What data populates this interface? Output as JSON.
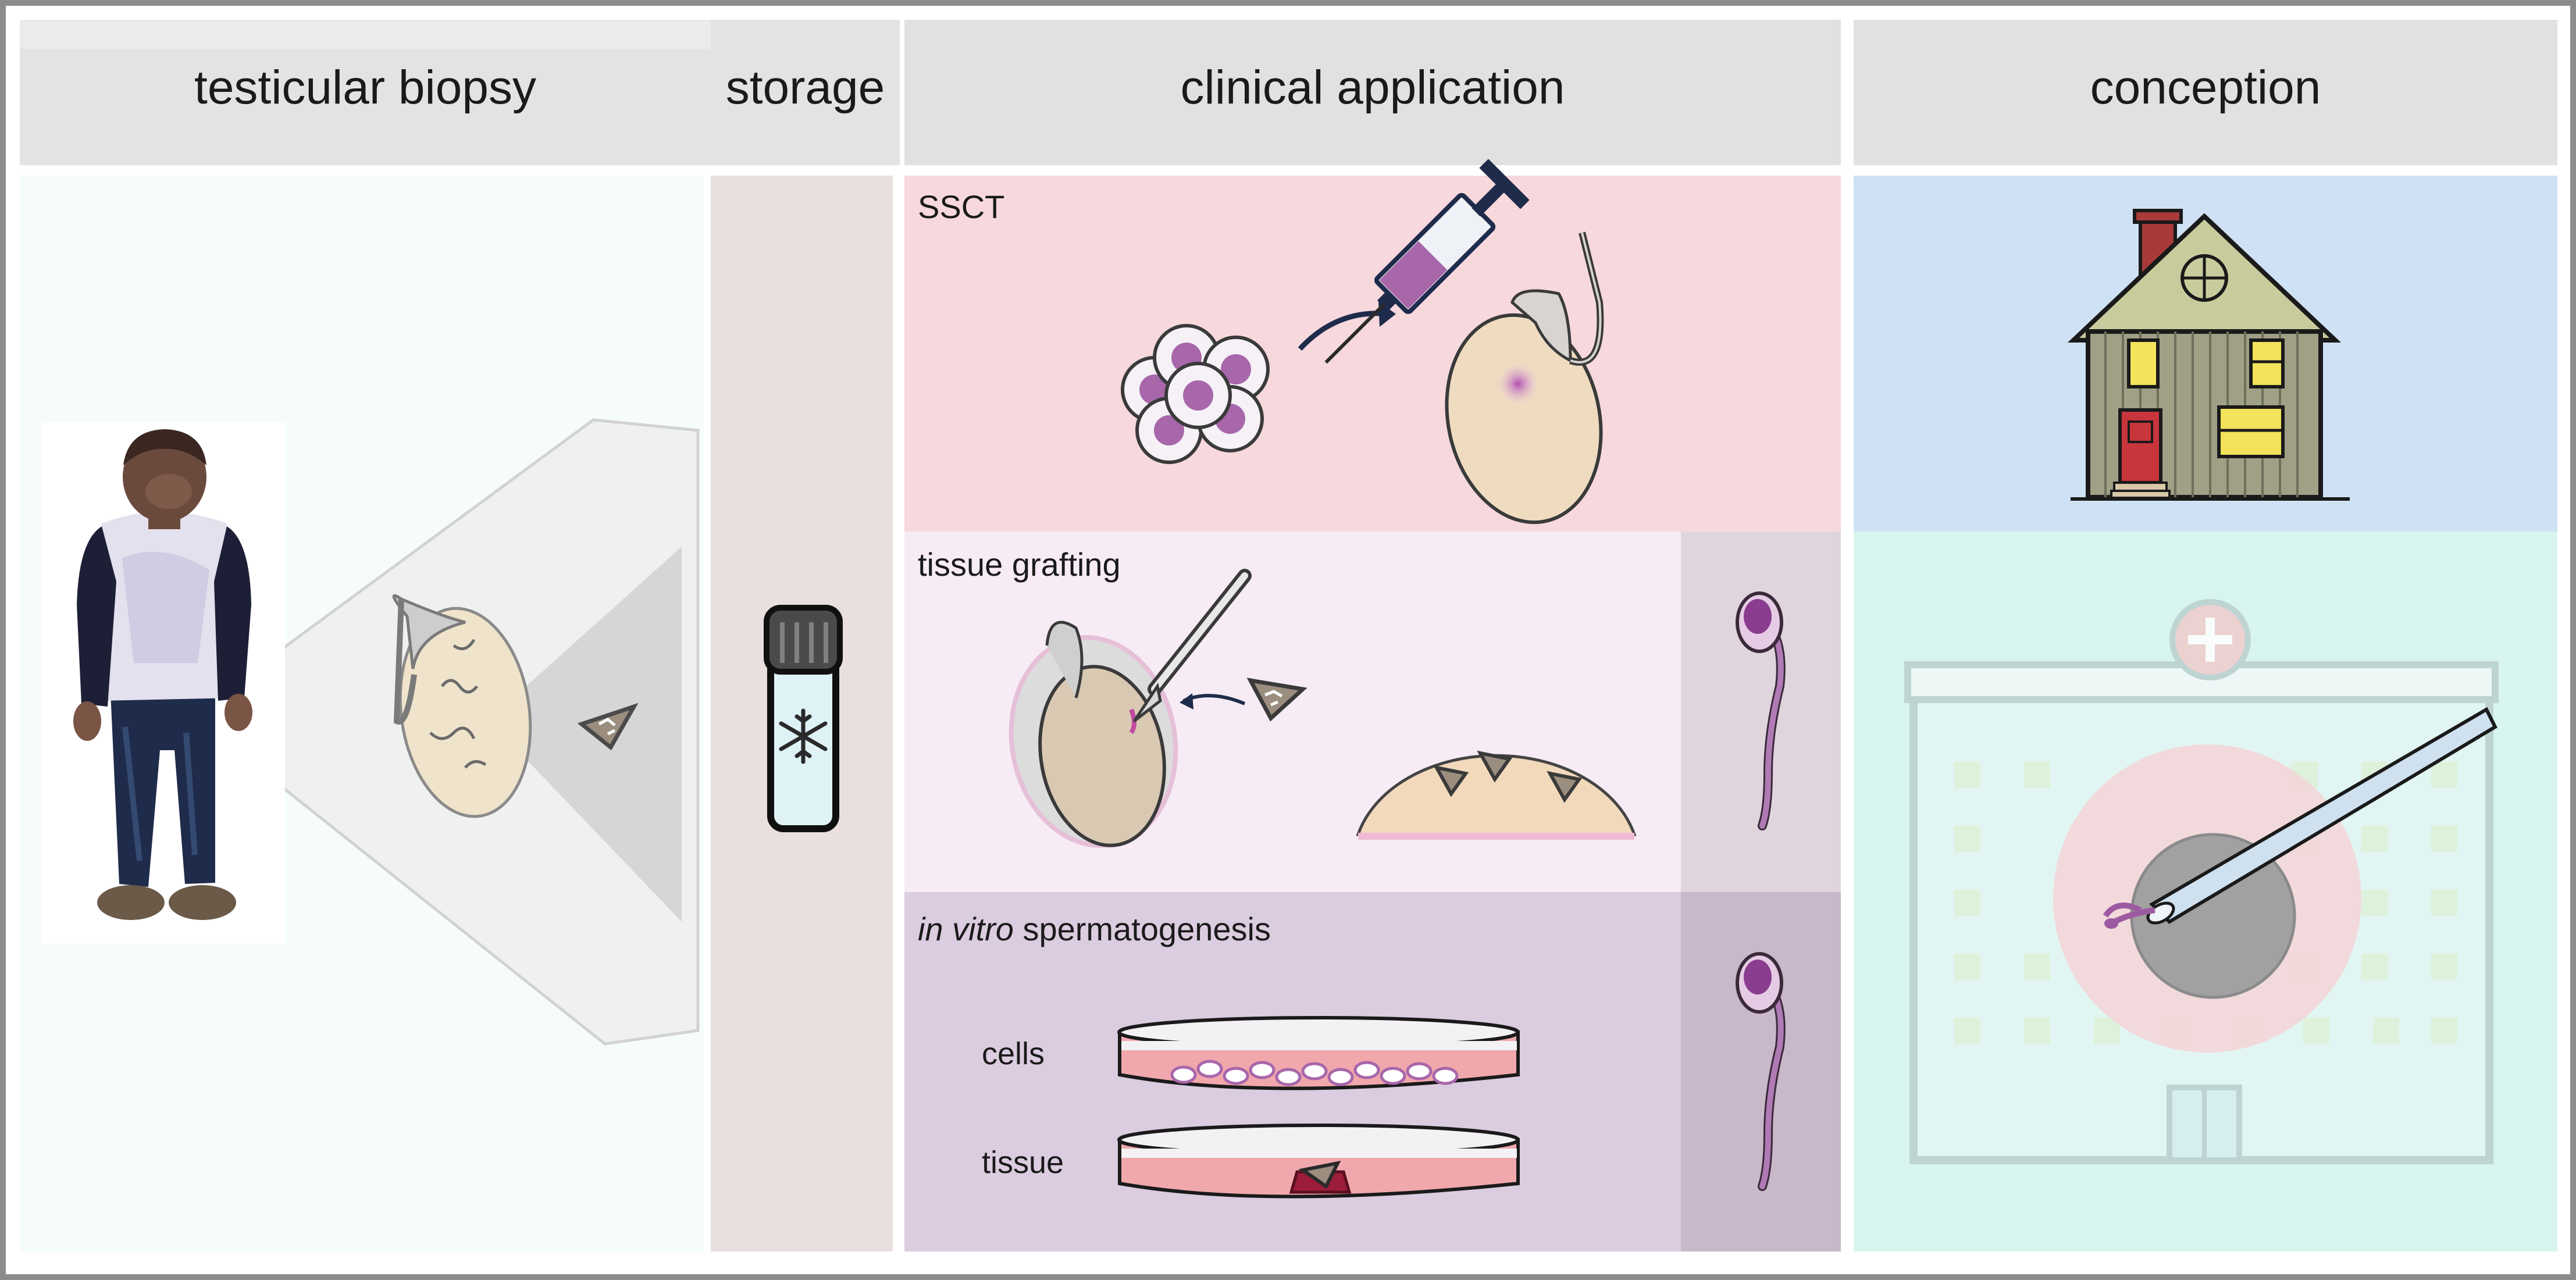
{
  "headers": {
    "biopsy": "testicular biopsy",
    "storage": "storage",
    "clinical": "clinical application",
    "conception": "conception"
  },
  "clinical": {
    "ssct": "SSCT",
    "grafting": "tissue grafting",
    "invitro_italic": "in vitro",
    "invitro_rest": " spermatogenesis",
    "cells": "cells",
    "tissue": "tissue"
  },
  "icons": [
    "child-figure",
    "testis-icon",
    "tissue-fragment-icon",
    "cryovial-icon",
    "snowflake-icon",
    "cell-cluster-icon",
    "syringe-icon",
    "scalpel-icon",
    "graft-dome-icon",
    "sperm-icon",
    "petri-dish-icon",
    "house-icon",
    "hospital-icon",
    "oocyte-icon",
    "micropipette-icon"
  ],
  "colors": {
    "header_bg": "#e3e2e1",
    "biopsy_bg": "#f6fcfc",
    "storage_bg": "#e9dede",
    "ssct_bg": "#f6d8dd",
    "grafting_bg": "#f7ecf5",
    "invitro_bg": "#dbcce0",
    "home_bg": "#cfe1f4",
    "hospital_bg": "#d8f4ef",
    "purple": "#a05aa5"
  }
}
